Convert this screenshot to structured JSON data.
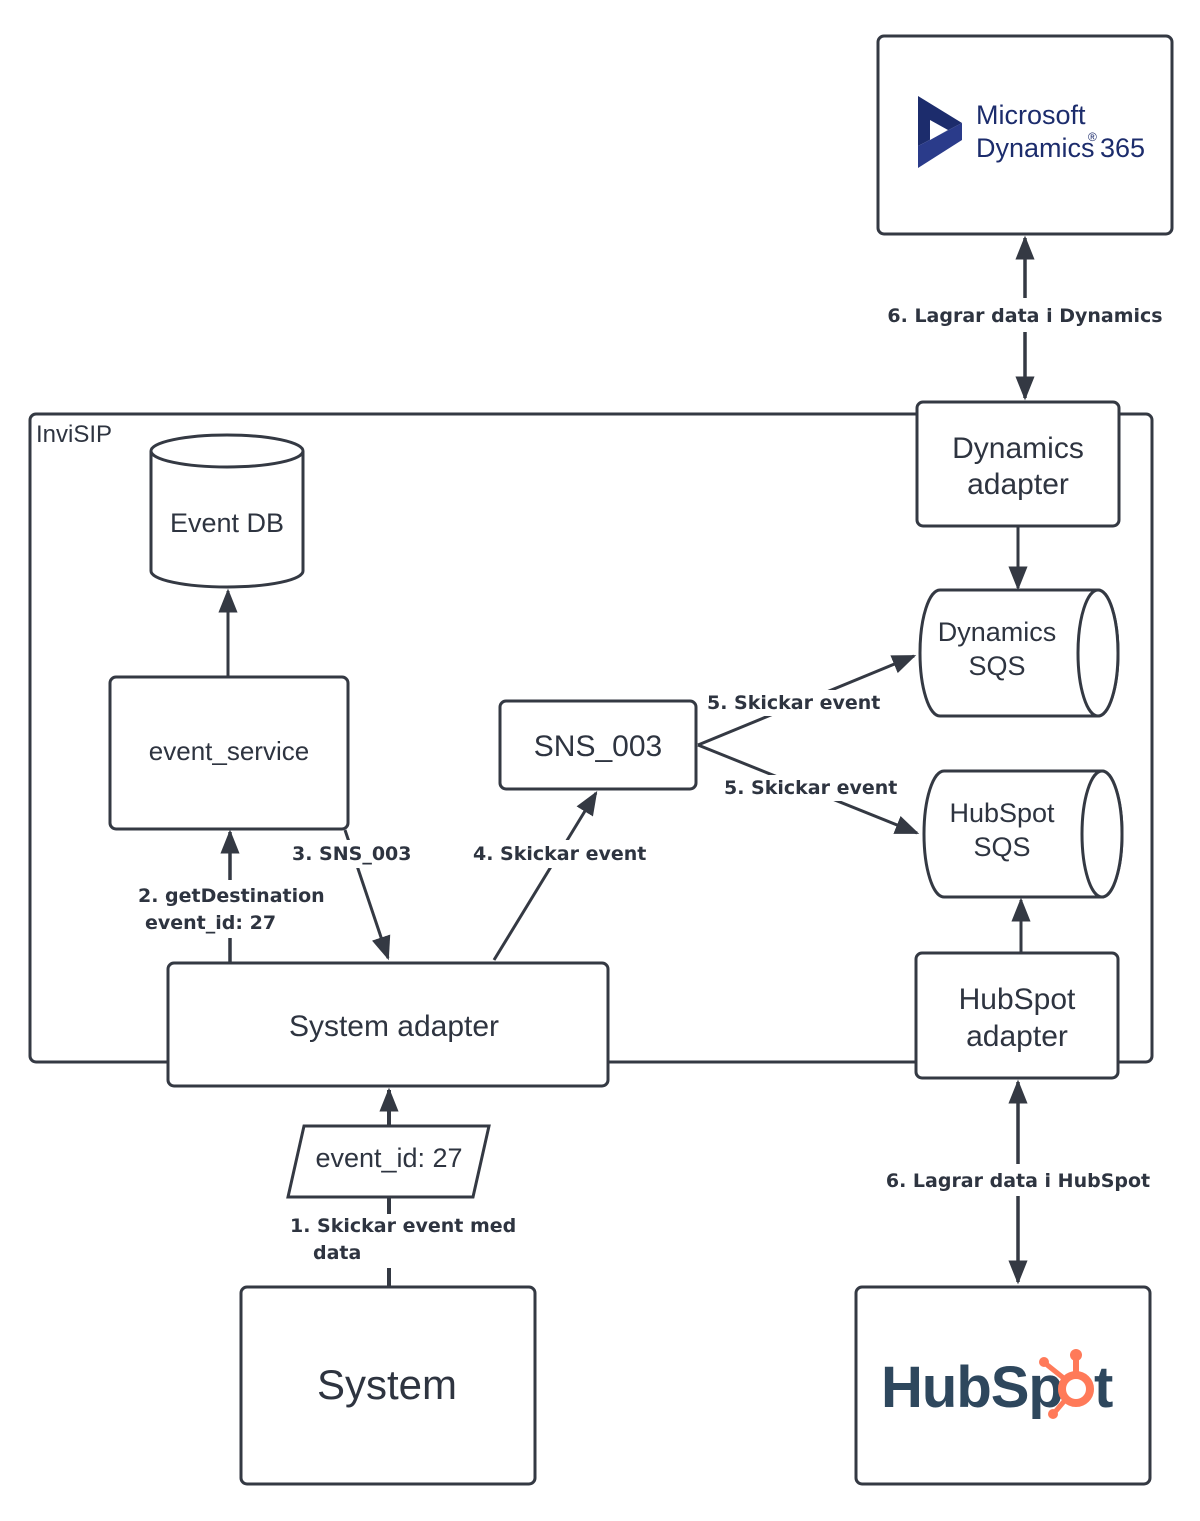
{
  "diagram": {
    "container_label": "InviSIP",
    "nodes": {
      "event_db": "Event DB",
      "event_service": "event_service",
      "sns": "SNS_003",
      "system_adapter": "System adapter",
      "dynamics_adapter_line1": "Dynamics",
      "dynamics_adapter_line2": "adapter",
      "dynamics_sqs_line1": "Dynamics",
      "dynamics_sqs_line2": "SQS",
      "hubspot_sqs_line1": "HubSpot",
      "hubspot_sqs_line2": "SQS",
      "hubspot_adapter_line1": "HubSpot",
      "hubspot_adapter_line2": "adapter",
      "event_payload": "event_id: 27",
      "system": "System"
    },
    "logos": {
      "dynamics_line1": "Microsoft",
      "dynamics_line2": "Dynamics",
      "dynamics_reg": "®",
      "dynamics_line3": "365",
      "hubspot_part1": "HubSp",
      "hubspot_part2": "t"
    },
    "edges": {
      "e1_line1": "1. Skickar event med",
      "e1_line2": "data",
      "e2_line1": "2. getDestination",
      "e2_line2": "event_id: 27",
      "e3": "3. SNS_003",
      "e4": "4. Skickar event",
      "e5a": "5. Skickar event",
      "e5b": "5. Skickar event",
      "e6_dynamics": "6. Lagrar data i Dynamics",
      "e6_hubspot": "6. Lagrar data i HubSpot"
    },
    "colors": {
      "stroke": "#343943",
      "dynamics_logo": "#1c2c6c",
      "hubspot_text": "#2e475d",
      "hubspot_orange": "#ff7a59"
    }
  }
}
